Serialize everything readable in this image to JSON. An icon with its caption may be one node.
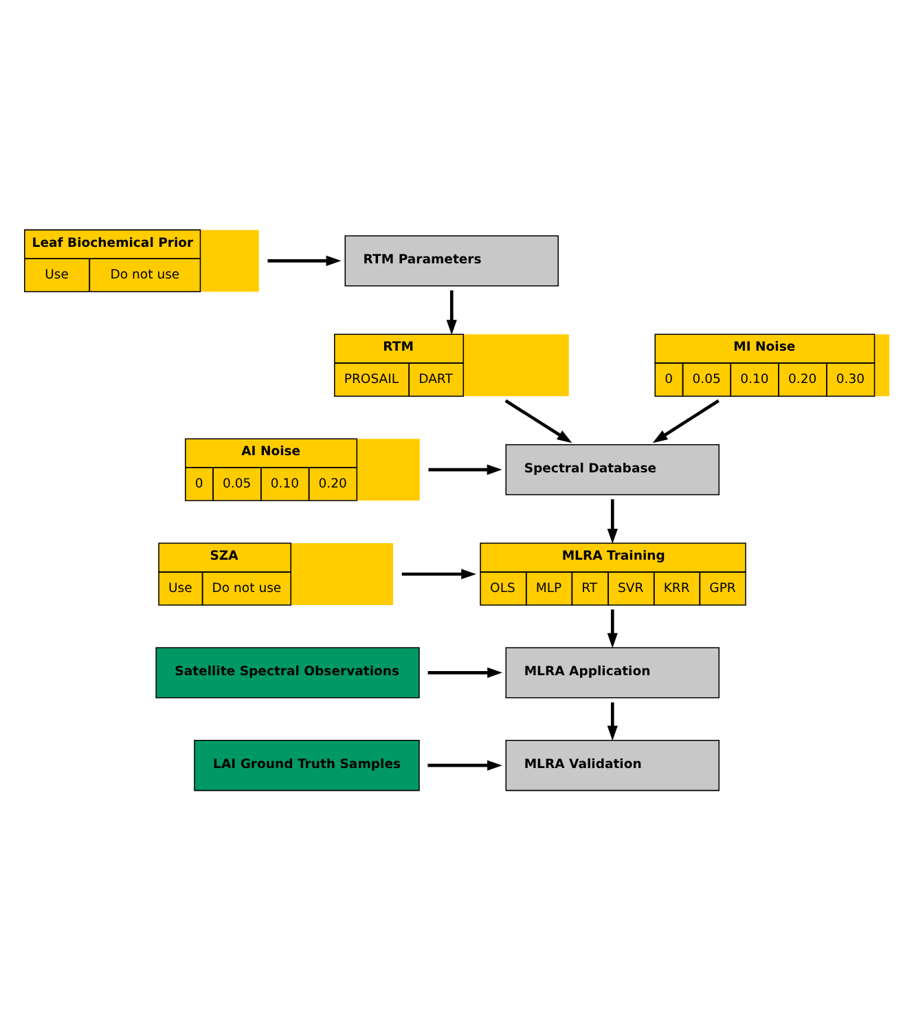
{
  "diagram": {
    "nodes": [
      {
        "text": [
          "Leaf Biochemical Prior",
          "Use",
          "Do not use"
        ]
      },
      {
        "text": [
          "RTM Parameters"
        ]
      },
      {
        "text": [
          "RTM",
          "PROSAIL",
          "DART"
        ]
      },
      {
        "text": [
          "MI Noise",
          "0",
          "0.05",
          "0.10",
          "0.20",
          "0.30"
        ]
      },
      {
        "text": [
          "AI Noise",
          "0",
          "0.05",
          "0.10",
          "0.20"
        ]
      },
      {
        "text": [
          "Spectral Database"
        ]
      },
      {
        "text": [
          "SZA",
          "Use",
          "Do not use"
        ]
      },
      {
        "text": [
          "MLRA Training",
          "OLS",
          "MLP",
          "RT",
          "SVR",
          "KRR",
          "GPR"
        ]
      },
      {
        "text": [
          "Satellite Spectral Observations"
        ]
      },
      {
        "text": [
          "MLRA Application"
        ]
      },
      {
        "text": [
          "LAI Ground Truth Samples"
        ]
      },
      {
        "text": [
          "MLRA Validation"
        ]
      }
    ],
    "edges": [
      {
        "from": 0,
        "to": 1,
        "arrow": "to"
      },
      {
        "from": 1,
        "to": 2,
        "arrow": "to"
      },
      {
        "from": 2,
        "to": 5,
        "arrow": "to"
      },
      {
        "from": 3,
        "to": 5,
        "arrow": "to"
      },
      {
        "from": 4,
        "to": 5,
        "arrow": "to"
      },
      {
        "from": 5,
        "to": 7,
        "arrow": "to"
      },
      {
        "from": 6,
        "to": 7,
        "arrow": "to"
      },
      {
        "from": 7,
        "to": 9,
        "arrow": "to"
      },
      {
        "from": 8,
        "to": 9,
        "arrow": "to"
      },
      {
        "from": 9,
        "to": 11,
        "arrow": "to"
      },
      {
        "from": 10,
        "to": 11,
        "arrow": "to"
      }
    ]
  }
}
